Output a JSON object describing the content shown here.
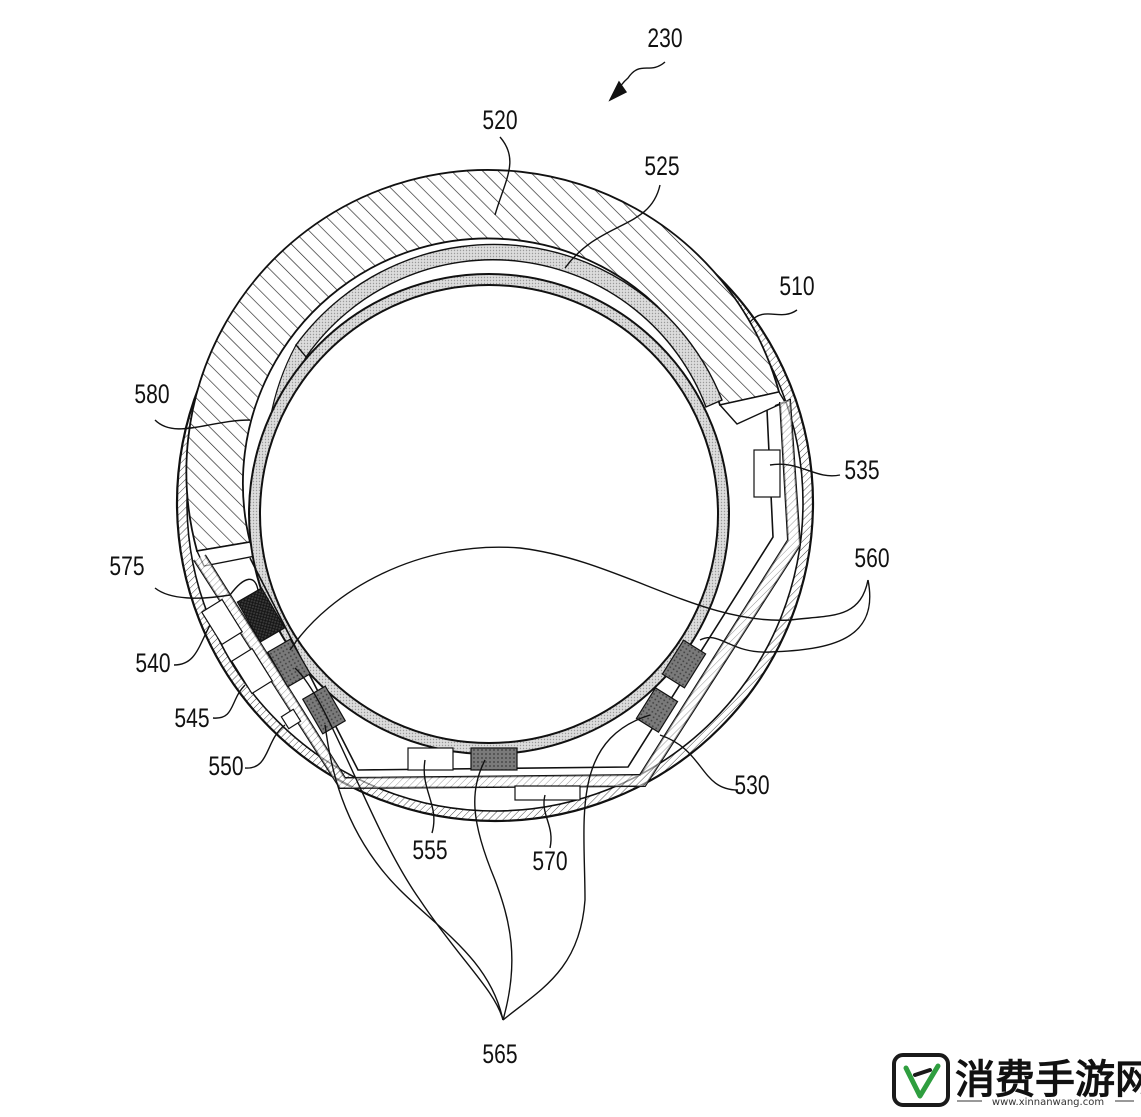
{
  "figure": {
    "labels": [
      {
        "id": "ref-230",
        "text": "230"
      },
      {
        "id": "ref-520",
        "text": "520"
      },
      {
        "id": "ref-525",
        "text": "525"
      },
      {
        "id": "ref-510",
        "text": "510"
      },
      {
        "id": "ref-580",
        "text": "580"
      },
      {
        "id": "ref-535",
        "text": "535"
      },
      {
        "id": "ref-560",
        "text": "560"
      },
      {
        "id": "ref-575",
        "text": "575"
      },
      {
        "id": "ref-540",
        "text": "540"
      },
      {
        "id": "ref-545",
        "text": "545"
      },
      {
        "id": "ref-550",
        "text": "550"
      },
      {
        "id": "ref-530",
        "text": "530"
      },
      {
        "id": "ref-555",
        "text": "555"
      },
      {
        "id": "ref-570",
        "text": "570"
      },
      {
        "id": "ref-565",
        "text": "565"
      }
    ]
  },
  "watermark": {
    "text": "消费手游网",
    "url": "www.xinnanwang.com"
  }
}
